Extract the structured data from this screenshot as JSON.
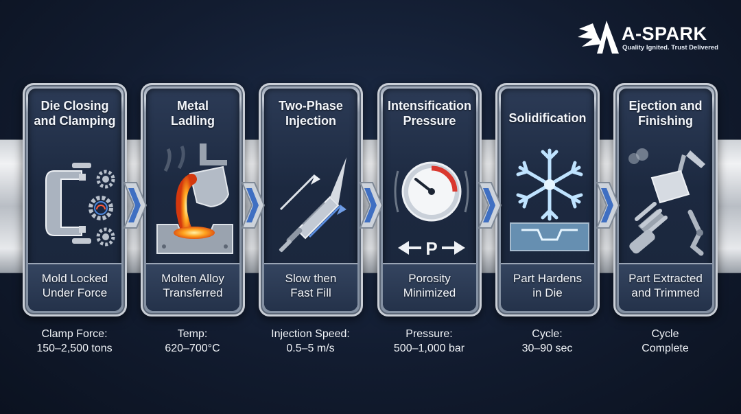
{
  "brand": {
    "name": "A-SPARK",
    "tagline": "Quality Ignited. Trust Delivered"
  },
  "colors": {
    "background": "#121c30",
    "card_frame": "#c9ced6",
    "accent_blue": "#5b8ee0",
    "molten": "#ff8a1e",
    "ice": "#9fd6ff"
  },
  "steps": [
    {
      "title_1": "Die Closing",
      "title_2": "and Clamping",
      "result_1": "Mold Locked",
      "result_2": "Under Force",
      "note_1": "Clamp Force:",
      "note_2": "150–2,500 tons",
      "icon": "clamp-gears-icon"
    },
    {
      "title_1": "Metal",
      "title_2": "Ladling",
      "result_1": "Molten Alloy",
      "result_2": "Transferred",
      "note_1": "Temp:",
      "note_2": "620–700°C",
      "icon": "ladle-pour-icon"
    },
    {
      "title_1": "Two-Phase",
      "title_2": "Injection",
      "result_1": "Slow then",
      "result_2": "Fast Fill",
      "note_1": "Injection Speed:",
      "note_2": "0.5–5 m/s",
      "icon": "injection-plunger-icon"
    },
    {
      "title_1": "Intensification",
      "title_2": "Pressure",
      "result_1": "Porosity",
      "result_2": "Minimized",
      "note_1": "Pressure:",
      "note_2": "500–1,000 bar",
      "icon": "pressure-gauge-icon",
      "gauge_label": "P"
    },
    {
      "title_1": "Solidification",
      "title_2": "",
      "result_1": "Part Hardens",
      "result_2": "in Die",
      "note_1": "Cycle:",
      "note_2": "30–90 sec",
      "icon": "snowflake-icon"
    },
    {
      "title_1": "Ejection and",
      "title_2": "Finishing",
      "result_1": "Part Extracted",
      "result_2": "and Trimmed",
      "note_1": "Cycle",
      "note_2": "Complete",
      "icon": "robot-arm-ejector-icon"
    }
  ]
}
